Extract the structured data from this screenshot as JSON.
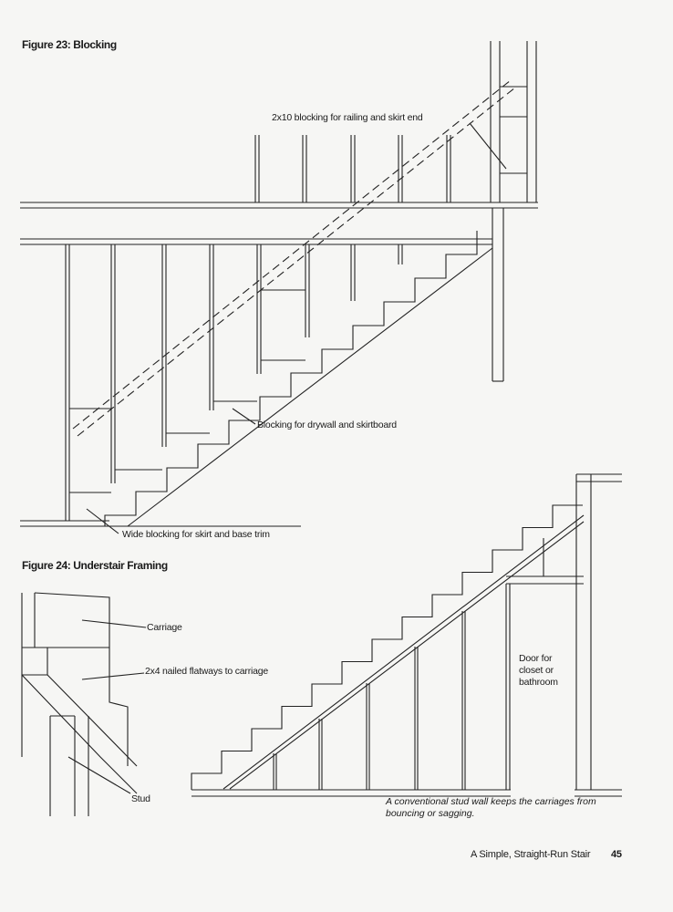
{
  "figure23": {
    "title": "Figure 23: Blocking",
    "labels": {
      "railing_blocking": "2x10 blocking for railing and skirt end",
      "drywall_blocking": "Blocking for drywall and skirtboard",
      "wide_blocking": "Wide blocking for skirt and base trim"
    }
  },
  "figure24": {
    "title": "Figure 24: Understair Framing",
    "labels": {
      "carriage": "Carriage",
      "nailed": "2x4 nailed flatways to carriage",
      "stud": "Stud",
      "door": "Door for closet or bathroom"
    },
    "caption": "A conventional stud wall keeps the carriages from bouncing or sagging."
  },
  "footer": {
    "running_title": "A Simple, Straight-Run Stair",
    "page_number": "45"
  }
}
